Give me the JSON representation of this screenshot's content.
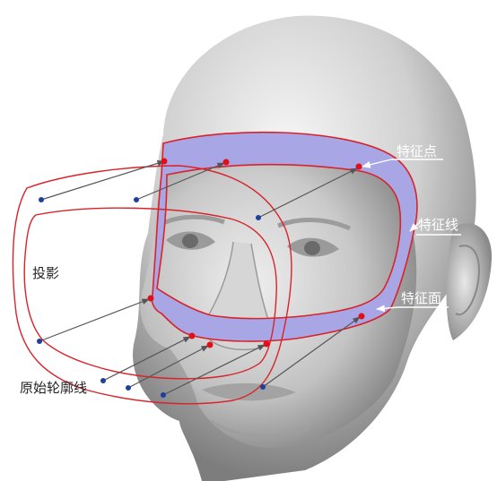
{
  "labels": {
    "feature_point": "特征点",
    "feature_line": "特征线",
    "feature_surface": "特征面",
    "projection": "投影",
    "original_contour": "原始轮廓线"
  },
  "colors": {
    "band_fill": "#a9a6e6",
    "contour": "#d8232a",
    "projected_point": "#1f3f9e",
    "feature_point": "#e0101a",
    "arrow": "#555555",
    "label_white": "#ffffff",
    "label_dark": "#222222"
  }
}
